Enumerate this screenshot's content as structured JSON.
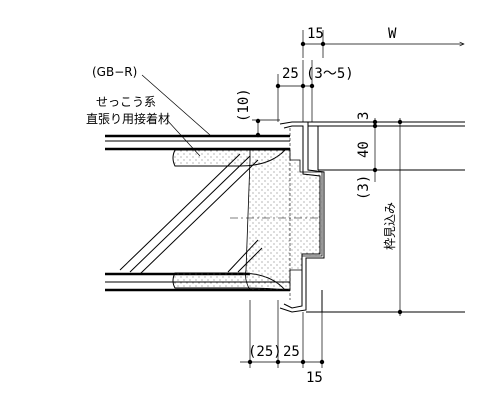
{
  "title": "",
  "dimensions": {
    "top_15": "15",
    "top_w": "W",
    "top_25": "25",
    "top_3to5": "(3〜5)",
    "paren_10": "(10)",
    "right_3": "3",
    "right_40": "40",
    "paren_3": "(3)",
    "bottom_25a": "(25)",
    "bottom_25b": "25",
    "bottom_15": "15"
  },
  "labels": {
    "gb_r": "(GB−R)",
    "adhesive_line1": "せっこう系",
    "adhesive_line2": "直張り用接着材",
    "frame_depth": "枠見込み"
  }
}
